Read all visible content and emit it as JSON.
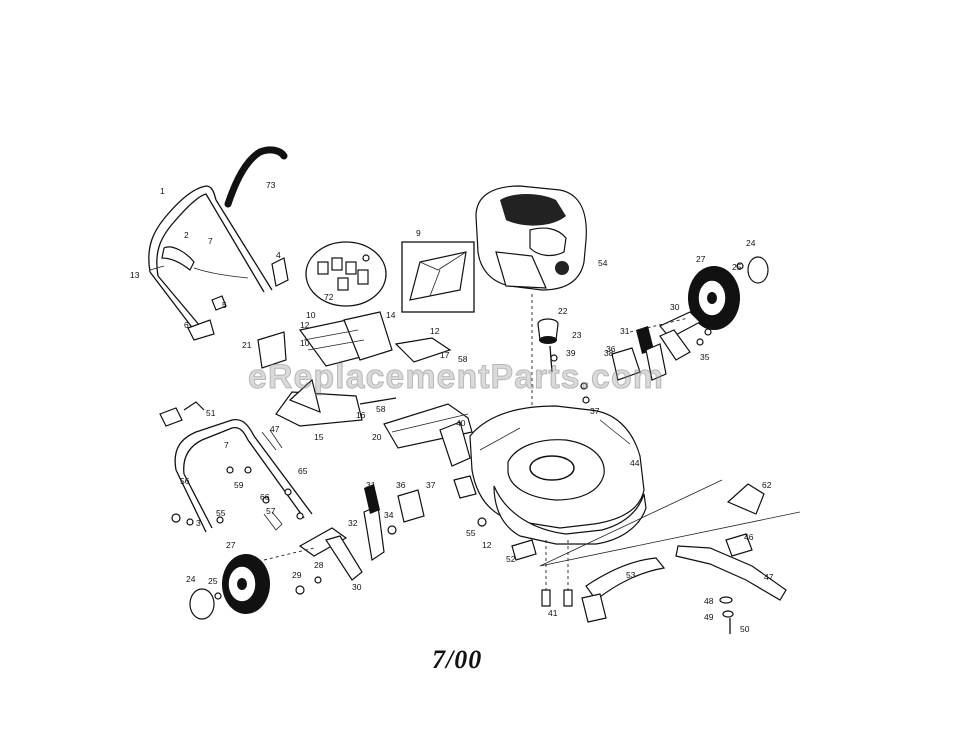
{
  "diagram": {
    "date_code": "7/00",
    "watermark": "eReplacementParts.com",
    "callouts": {
      "c1": "1",
      "c2": "2",
      "c7a": "7",
      "c13": "13",
      "c4": "4",
      "c5": "5",
      "c6": "6",
      "c73": "73",
      "c72": "72",
      "c9": "9",
      "c10a": "10",
      "c12a": "12",
      "c14": "14",
      "c10b": "10",
      "c12b": "12",
      "c17": "17",
      "c58a": "58",
      "c21": "21",
      "c16": "16",
      "c15": "15",
      "c58b": "58",
      "c20": "20",
      "c51": "51",
      "c7b": "7",
      "c47": "47",
      "c56": "56",
      "c59": "59",
      "c65": "65",
      "c66": "66",
      "c3": "3",
      "c55a": "55",
      "c57": "57",
      "c27a": "27",
      "c24a": "24",
      "c25a": "25",
      "c29": "29",
      "c28": "28",
      "c30a": "30",
      "c31a": "31",
      "c32": "32",
      "c34": "34",
      "c36a": "36",
      "c37a": "37",
      "c40": "40",
      "c55b": "55",
      "c12c": "12",
      "c52": "52",
      "c41": "41",
      "c54": "54",
      "c22": "22",
      "c23": "23",
      "c39": "39",
      "c38": "38",
      "c37b": "37",
      "c44": "44",
      "c27b": "27",
      "c24b": "24",
      "c25b": "25",
      "c30b": "30",
      "c31b": "31",
      "c36b": "36",
      "c35": "35",
      "c62": "62",
      "c46": "46",
      "c48": "48",
      "c49": "49",
      "c50": "50",
      "c47b": "47",
      "c53": "53"
    }
  }
}
